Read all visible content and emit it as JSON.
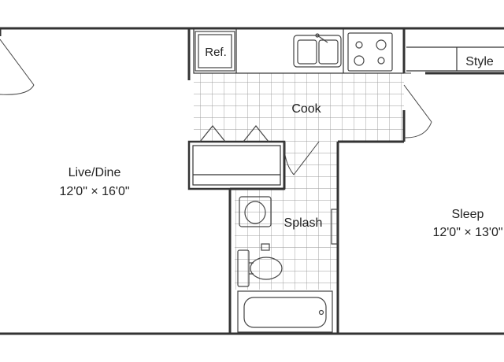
{
  "rooms": {
    "ref": "Ref.",
    "cook": "Cook",
    "style": "Style",
    "live_dine": {
      "name": "Live/Dine",
      "size": "12'0\" × 16'0\""
    },
    "splash": "Splash",
    "sleep": {
      "name": "Sleep",
      "size": "12'0\" × 13'0\""
    }
  },
  "colors": {
    "wall": "#333333",
    "fixture": "#444444",
    "tile": "#9a9a9a",
    "background": "#ffffff"
  },
  "icons": [
    "refrigerator-icon",
    "kitchen-sink-icon",
    "stove-icon",
    "bathroom-sink-icon",
    "toilet-icon",
    "bathtub-icon",
    "door-swing-icon",
    "closet-door-icon"
  ]
}
